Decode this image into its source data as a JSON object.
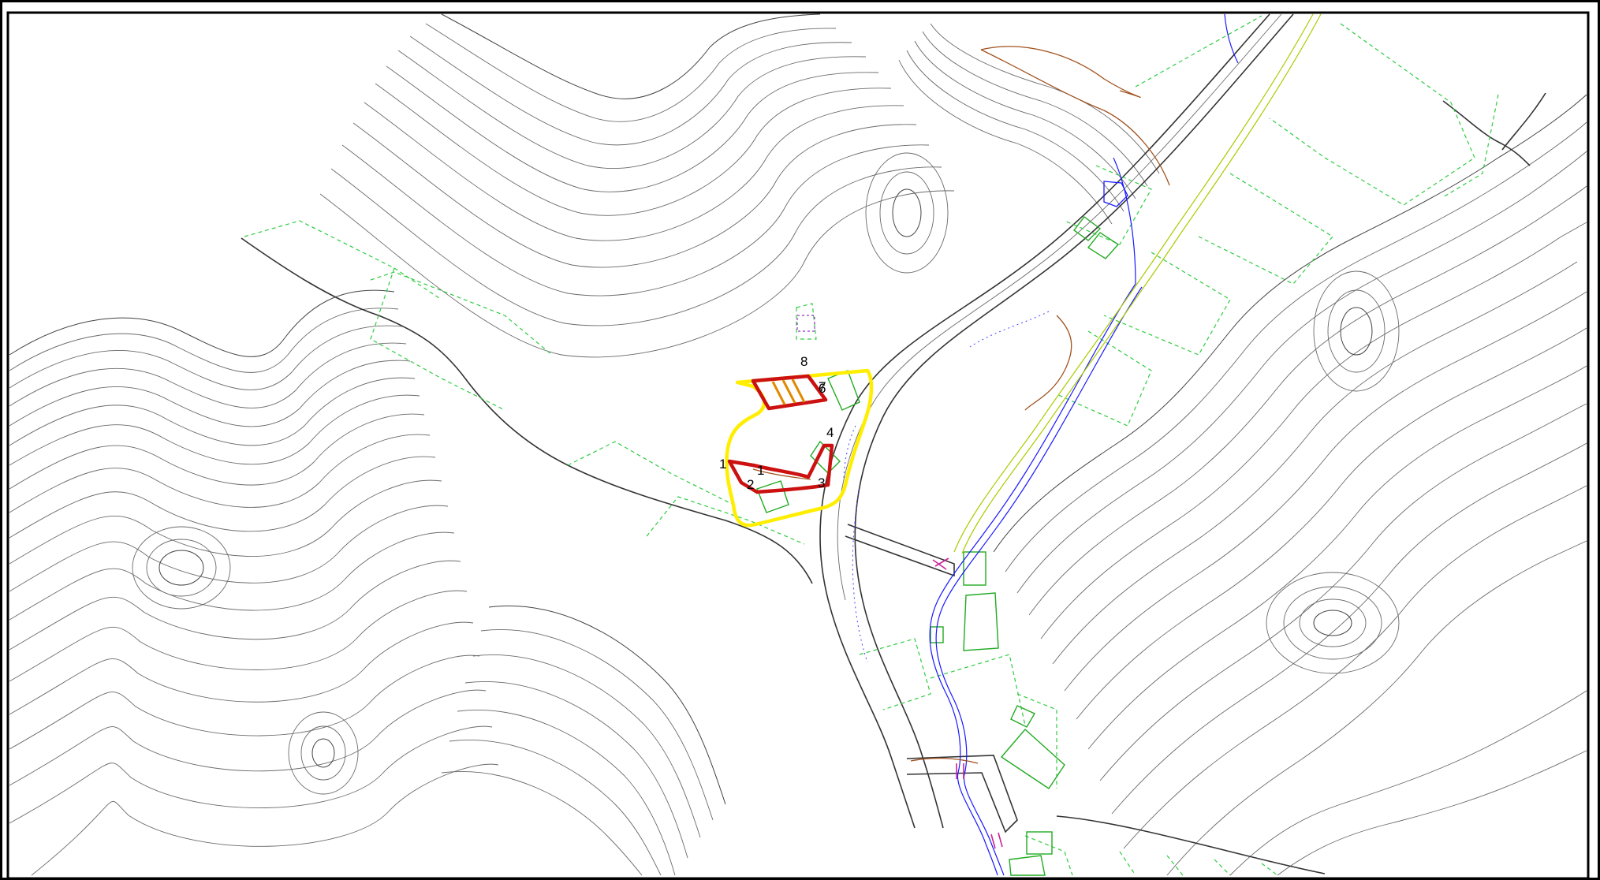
{
  "colors": {
    "background": "#ffffff",
    "frame": "#000000",
    "contour": "#444444",
    "parcel_boundary": "#2ecc40",
    "building": "#22aa22",
    "survey_area": "#ffee00",
    "landslide_zone": "#cc1111",
    "landslide_hatch": "#e08a00",
    "waterway": "#1a1aff",
    "road_edge": "#333333",
    "slope_scarp": "#a0521e",
    "bridge": "#cc2299"
  },
  "map": {
    "point_labels": [
      {
        "id": "p1",
        "text": "1"
      },
      {
        "id": "p2",
        "text": "2"
      },
      {
        "id": "p3",
        "text": "3"
      },
      {
        "id": "p4",
        "text": "4"
      },
      {
        "id": "p5",
        "text": "1"
      },
      {
        "id": "p6",
        "text": "6"
      },
      {
        "id": "p7",
        "text": "7"
      },
      {
        "id": "p8",
        "text": "8"
      }
    ]
  }
}
